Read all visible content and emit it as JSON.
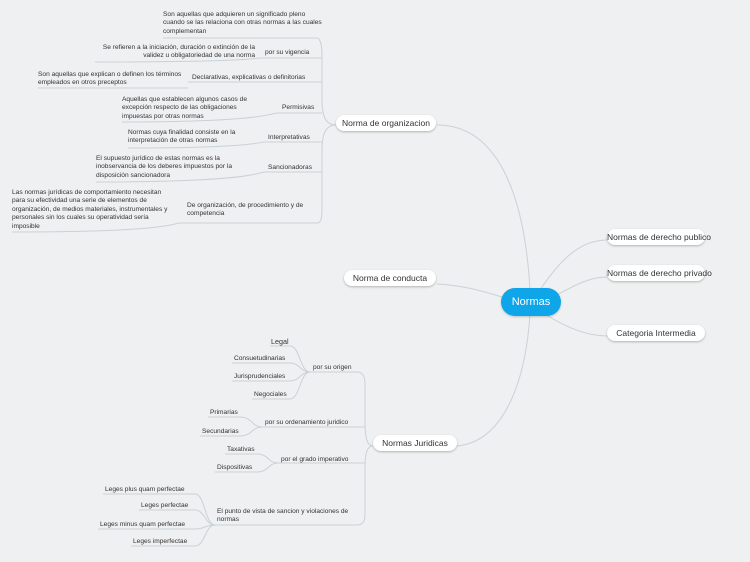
{
  "root": "Normas",
  "main_topics": {
    "organizacion": "Norma de organizacion",
    "conducta": "Norma de conducta",
    "juridicas": "Normas Juridicas",
    "derecho_publico": "Normas de derecho publico",
    "derecho_privado": "Normas de derecho privado",
    "intermedia": "Categoria Intermedia"
  },
  "organizacion_items": {
    "complementan_desc": "Son aquellas que adquieren un significado pleno cuando se las relaciona con otras normas a las cuales complementan",
    "vigencia": "por su vigencia",
    "vigencia_desc": "Se refieren a la iniciación, duración o extinción de la validez u obligatoriedad de una norma",
    "declarativas": "Declarativas, explicativas o definitorias",
    "declarativas_desc": "Son aquellas que explican o definen los términos empleados en otros preceptos",
    "permisivas": "Permisivas",
    "permisivas_desc": "Aquellas que establecen algunos casos de excepción respecto de las obligaciones impuestas por otras normas",
    "interpretativas": "Interpretativas",
    "interpretativas_desc": "Normas cuya finalidad consiste en la interpretación de otras normas",
    "sancionadoras": "Sancionadoras",
    "sancionadoras_desc": "El supuesto jurídico de estas normas es la inobservancia de los deberes impuestos por la disposición sancionadora",
    "procedimiento": "De organización, de procedimiento y de competencia",
    "procedimiento_desc": "Las normas jurídicas de comportamiento necesitan para su efectividad una serie de elementos de organización, de medios materiales, instrumentales y personales sin los cuales su operatividad sería imposible"
  },
  "juridicas_items": {
    "origen": "por su origen",
    "legal": "Legal",
    "consuetudinarias": "Consuetudinarias",
    "jurisprudenciales": "Jurisprudenciales",
    "negociales": "Negociales",
    "ordenamiento": "por su ordenamiento juridico",
    "primarias": "Primarias",
    "secundarias": "Secundarias",
    "imperativo": "por el grado imperativo",
    "taxativas": "Taxativas",
    "dispositivas": "Dispositivas",
    "sancion": "El punto de vista de sancion y violaciones de normas",
    "plus_quam": "Leges plus quam perfectae",
    "perfectae": "Leges perfectae",
    "minus_quam": "Leges minus quam perfectae",
    "imperfectae": "Leges imperfectae"
  },
  "colors": {
    "root": "#0ea5e9",
    "background": "#eef0f1",
    "line": "#c9d2d8"
  }
}
